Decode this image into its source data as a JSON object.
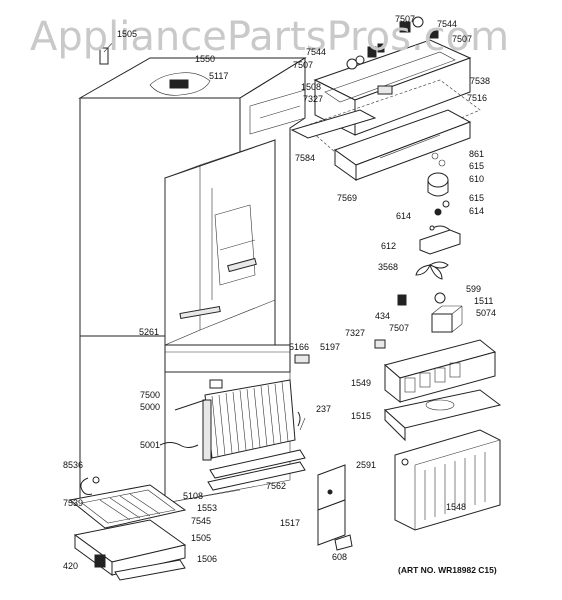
{
  "watermark": "AppliancePartsPros.com",
  "art_number": "(ART NO. WR18982 C15)",
  "part_labels": [
    {
      "id": "p1505a",
      "text": "1505"
    },
    {
      "id": "p1550",
      "text": "1550"
    },
    {
      "id": "p5117",
      "text": "5117"
    },
    {
      "id": "p7507a",
      "text": "7507"
    },
    {
      "id": "p7544a",
      "text": "7544"
    },
    {
      "id": "p7544b",
      "text": "7544"
    },
    {
      "id": "p7507b",
      "text": "7507"
    },
    {
      "id": "p7507c",
      "text": "7507"
    },
    {
      "id": "p1508",
      "text": "1508"
    },
    {
      "id": "p7327a",
      "text": "7327"
    },
    {
      "id": "p7538",
      "text": "7538"
    },
    {
      "id": "p7516",
      "text": "7516"
    },
    {
      "id": "p7584",
      "text": "7584"
    },
    {
      "id": "p861",
      "text": "861"
    },
    {
      "id": "p615a",
      "text": "615"
    },
    {
      "id": "p610",
      "text": "610"
    },
    {
      "id": "p7569",
      "text": "7569"
    },
    {
      "id": "p615b",
      "text": "615"
    },
    {
      "id": "p614a",
      "text": "614"
    },
    {
      "id": "p614b",
      "text": "614"
    },
    {
      "id": "p612",
      "text": "612"
    },
    {
      "id": "p3568",
      "text": "3568"
    },
    {
      "id": "p599",
      "text": "599"
    },
    {
      "id": "p1511",
      "text": "1511"
    },
    {
      "id": "p434",
      "text": "434"
    },
    {
      "id": "p5074",
      "text": "5074"
    },
    {
      "id": "p7507d",
      "text": "7507"
    },
    {
      "id": "p5261",
      "text": "5261"
    },
    {
      "id": "p7327b",
      "text": "7327"
    },
    {
      "id": "p5166",
      "text": "5166"
    },
    {
      "id": "p5197",
      "text": "5197"
    },
    {
      "id": "p1549",
      "text": "1549"
    },
    {
      "id": "p7500",
      "text": "7500"
    },
    {
      "id": "p5000",
      "text": "5000"
    },
    {
      "id": "p237",
      "text": "237"
    },
    {
      "id": "p1515",
      "text": "1515"
    },
    {
      "id": "p5001",
      "text": "5001"
    },
    {
      "id": "p8536",
      "text": "8536"
    },
    {
      "id": "p2591",
      "text": "2591"
    },
    {
      "id": "p7539",
      "text": "7539"
    },
    {
      "id": "p5108",
      "text": "5108"
    },
    {
      "id": "p7562",
      "text": "7562"
    },
    {
      "id": "p1553",
      "text": "1553"
    },
    {
      "id": "p7545",
      "text": "7545"
    },
    {
      "id": "p1548",
      "text": "1548"
    },
    {
      "id": "p1517",
      "text": "1517"
    },
    {
      "id": "p1505b",
      "text": "1505"
    },
    {
      "id": "p1506",
      "text": "1506"
    },
    {
      "id": "p420",
      "text": "420"
    },
    {
      "id": "p608",
      "text": "608"
    }
  ]
}
